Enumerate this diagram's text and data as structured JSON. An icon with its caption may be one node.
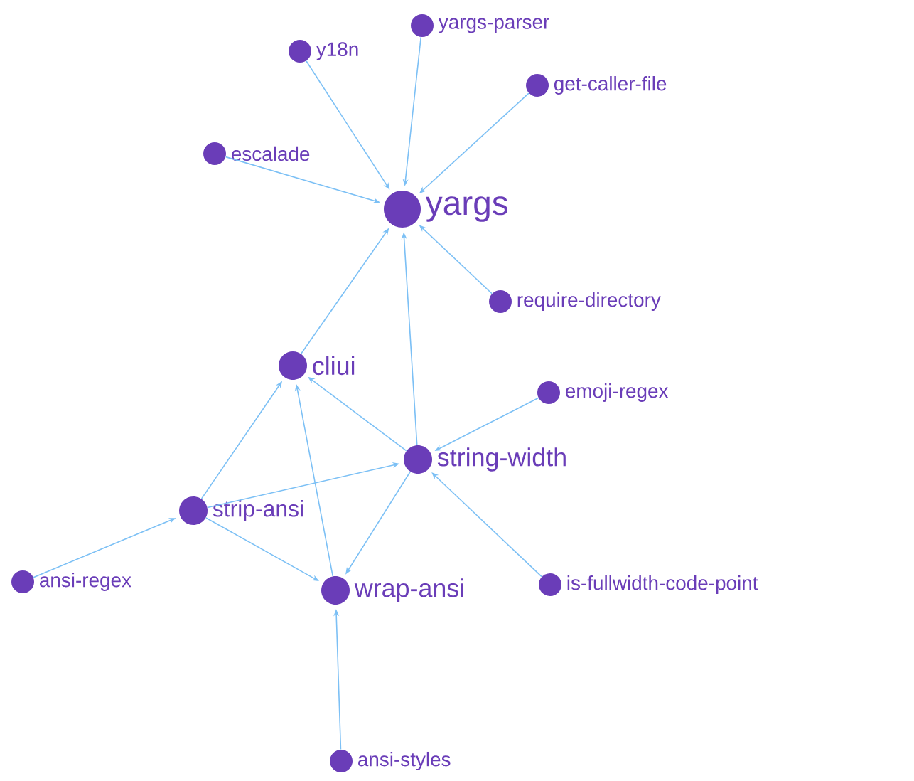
{
  "diagram": {
    "nodes": [
      {
        "text": [
          "yargs"
        ]
      },
      {
        "text": [
          "y18n"
        ]
      },
      {
        "text": [
          "yargs-parser"
        ]
      },
      {
        "text": [
          "get-caller-file"
        ]
      },
      {
        "text": [
          "escalade"
        ]
      },
      {
        "text": [
          "require-directory"
        ]
      },
      {
        "text": [
          "cliui"
        ]
      },
      {
        "text": [
          "emoji-regex"
        ]
      },
      {
        "text": [
          "string-width"
        ]
      },
      {
        "text": [
          "strip-ansi"
        ]
      },
      {
        "text": [
          "ansi-regex"
        ]
      },
      {
        "text": [
          "wrap-ansi"
        ]
      },
      {
        "text": [
          "is-fullwidth-code-point"
        ]
      },
      {
        "text": [
          "ansi-styles"
        ]
      }
    ],
    "edges": [
      {
        "from": 1,
        "to": 0,
        "arrow": "to"
      },
      {
        "from": 2,
        "to": 0,
        "arrow": "to"
      },
      {
        "from": 3,
        "to": 0,
        "arrow": "to"
      },
      {
        "from": 4,
        "to": 0,
        "arrow": "to"
      },
      {
        "from": 5,
        "to": 0,
        "arrow": "to"
      },
      {
        "from": 6,
        "to": 0,
        "arrow": "to"
      },
      {
        "from": 8,
        "to": 0,
        "arrow": "to"
      },
      {
        "from": 8,
        "to": 6,
        "arrow": "to"
      },
      {
        "from": 9,
        "to": 6,
        "arrow": "to"
      },
      {
        "from": 11,
        "to": 6,
        "arrow": "to"
      },
      {
        "from": 7,
        "to": 8,
        "arrow": "to"
      },
      {
        "from": 9,
        "to": 8,
        "arrow": "to"
      },
      {
        "from": 12,
        "to": 8,
        "arrow": "to"
      },
      {
        "from": 8,
        "to": 11,
        "arrow": "to"
      },
      {
        "from": 9,
        "to": 11,
        "arrow": "to"
      },
      {
        "from": 10,
        "to": 9,
        "arrow": "to"
      },
      {
        "from": 13,
        "to": 11,
        "arrow": "to"
      }
    ]
  }
}
